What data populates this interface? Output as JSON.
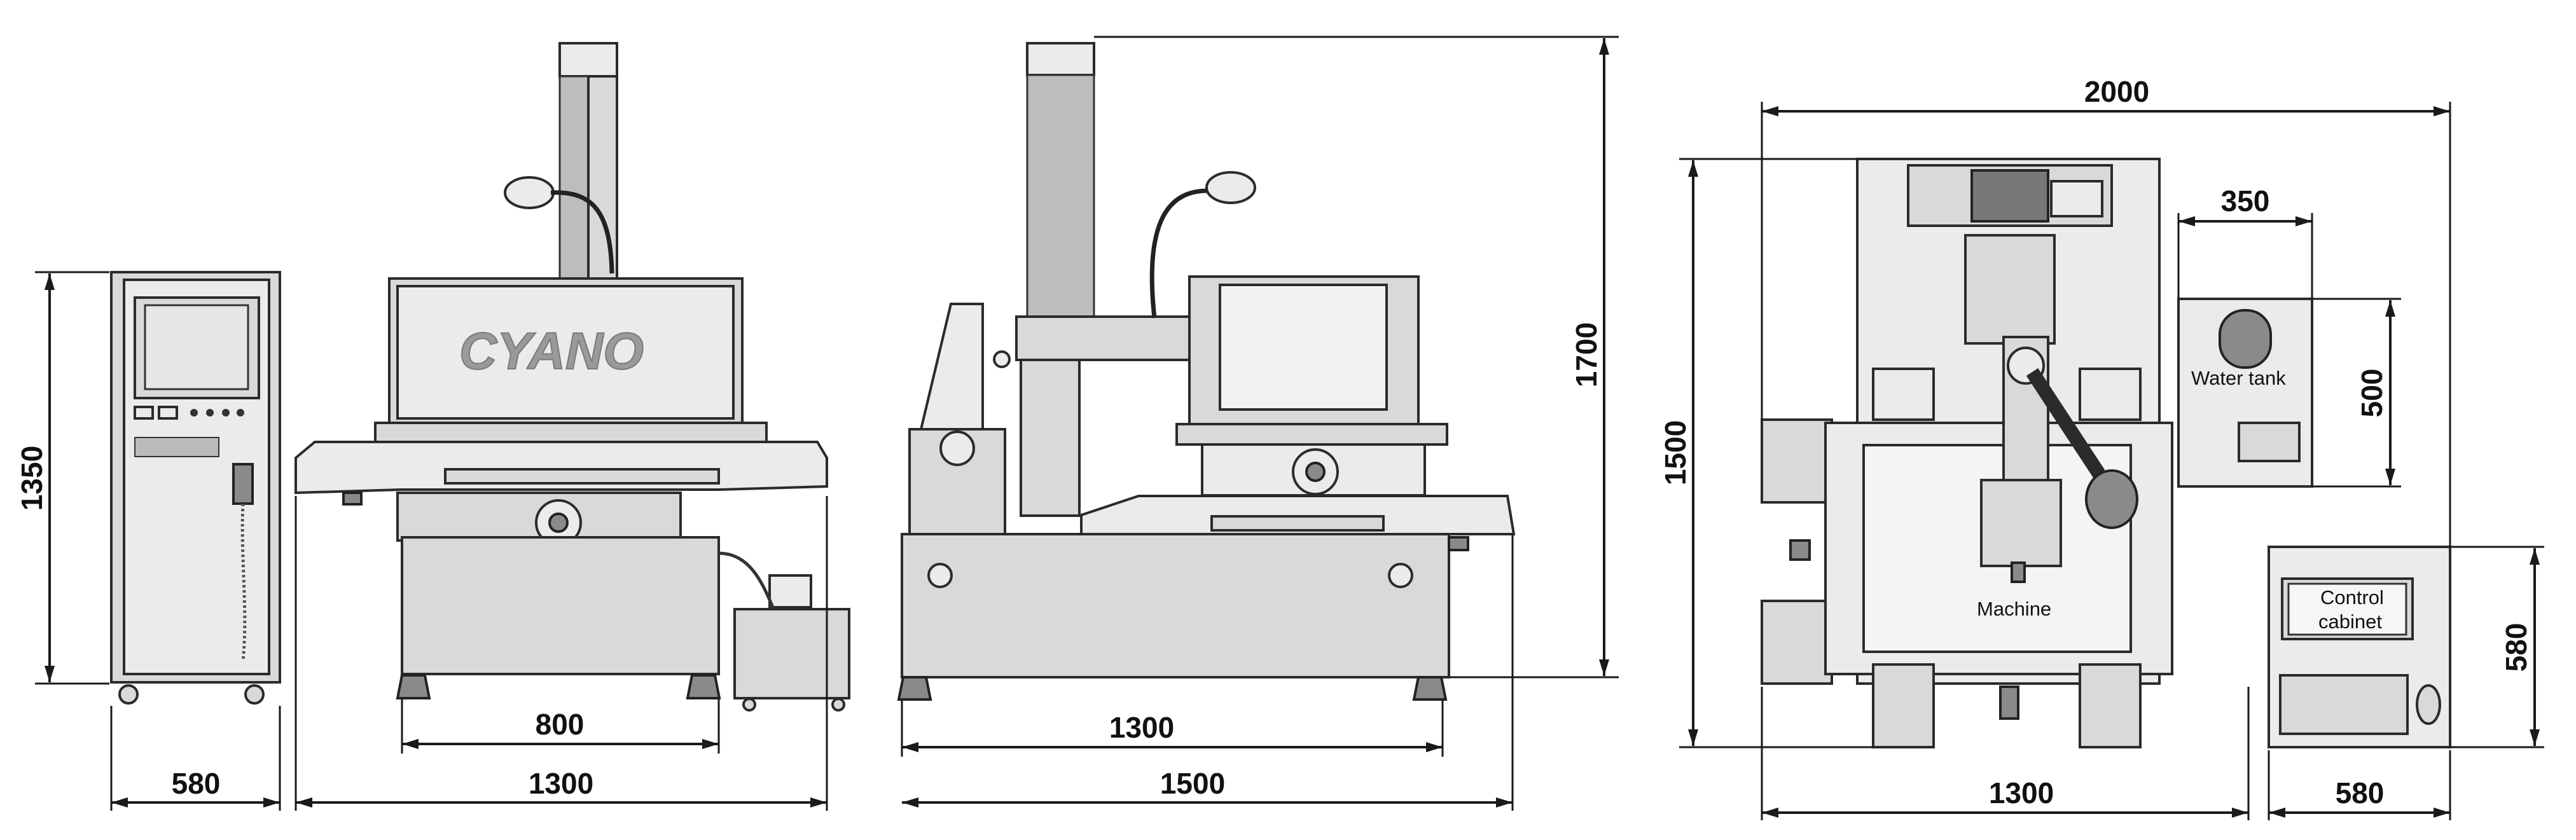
{
  "drawing": {
    "brand": "CYANO",
    "labels": {
      "water_tank": "Water tank",
      "machine": "Machine",
      "control_cabinet_line1": "Control",
      "control_cabinet_line2": "cabinet"
    },
    "dimensions": {
      "cabinet_width": "580",
      "cabinet_height": "1350",
      "front_base_width": "800",
      "front_total_width": "1300",
      "side_base_width": "1300",
      "side_total_width": "1500",
      "side_height": "1700",
      "plan_total_width": "2000",
      "plan_depth": "1500",
      "plan_machine_width": "1300",
      "plan_cabinet_width": "580",
      "plan_cabinet_depth": "580",
      "tank_width": "350",
      "tank_depth": "500"
    },
    "colors": {
      "line": "#2b2b2b",
      "fill": "#d9d9d9",
      "fill_light": "#ebebeb",
      "fill_dark": "#8a8a8a"
    }
  }
}
